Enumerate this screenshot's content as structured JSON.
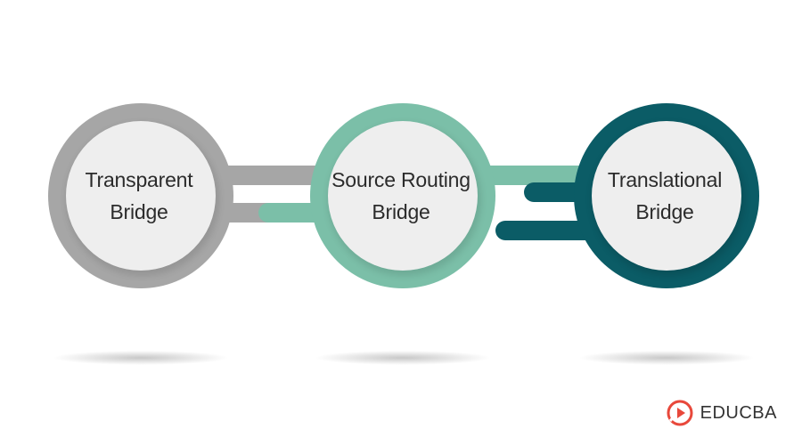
{
  "nodes": [
    {
      "line1": "Transparent",
      "line2": "Bridge",
      "ring_color": "#a6a6a6"
    },
    {
      "line1": "Source Routing",
      "line2": "Bridge",
      "ring_color": "#7bbfa8"
    },
    {
      "line1": "Translational",
      "line2": "Bridge",
      "ring_color": "#0b5c66"
    }
  ],
  "colors": {
    "inner_circle": "#eeeeee",
    "text": "#2b2b2b",
    "brand_accent": "#e8483b"
  },
  "brand": {
    "name": "EDUCBA",
    "icon": "educba-logo-icon"
  }
}
